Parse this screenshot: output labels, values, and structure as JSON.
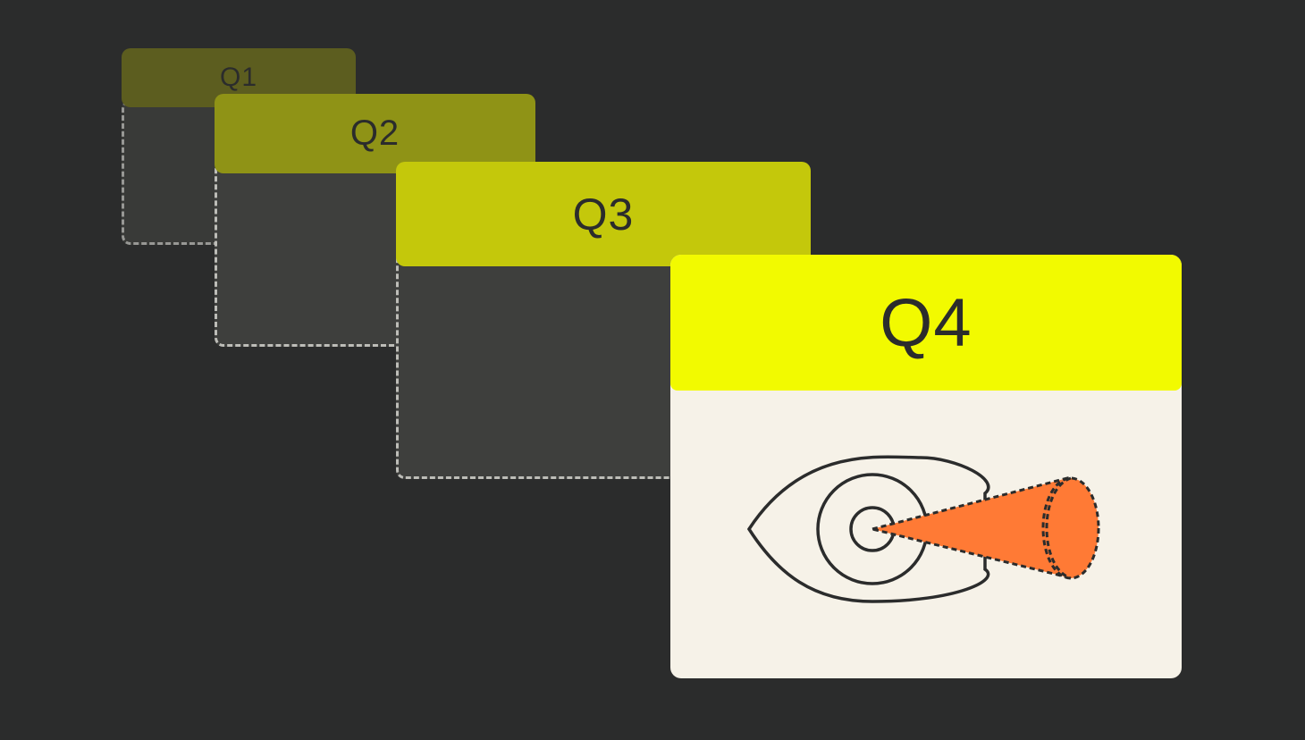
{
  "cards": [
    {
      "label": "Q1",
      "color": "#5c5d1f"
    },
    {
      "label": "Q2",
      "color": "#8f9316"
    },
    {
      "label": "Q3",
      "color": "#c4c80b"
    },
    {
      "label": "Q4",
      "color": "#f2fa00"
    }
  ],
  "colors": {
    "background": "#2b2c2c",
    "card_body": "#3e3f3d",
    "active_body": "#f6f2e8",
    "beam": "#ff7a35",
    "line": "#2b2c2c"
  },
  "icons": {
    "main": "eye-with-sight-cone-icon"
  }
}
